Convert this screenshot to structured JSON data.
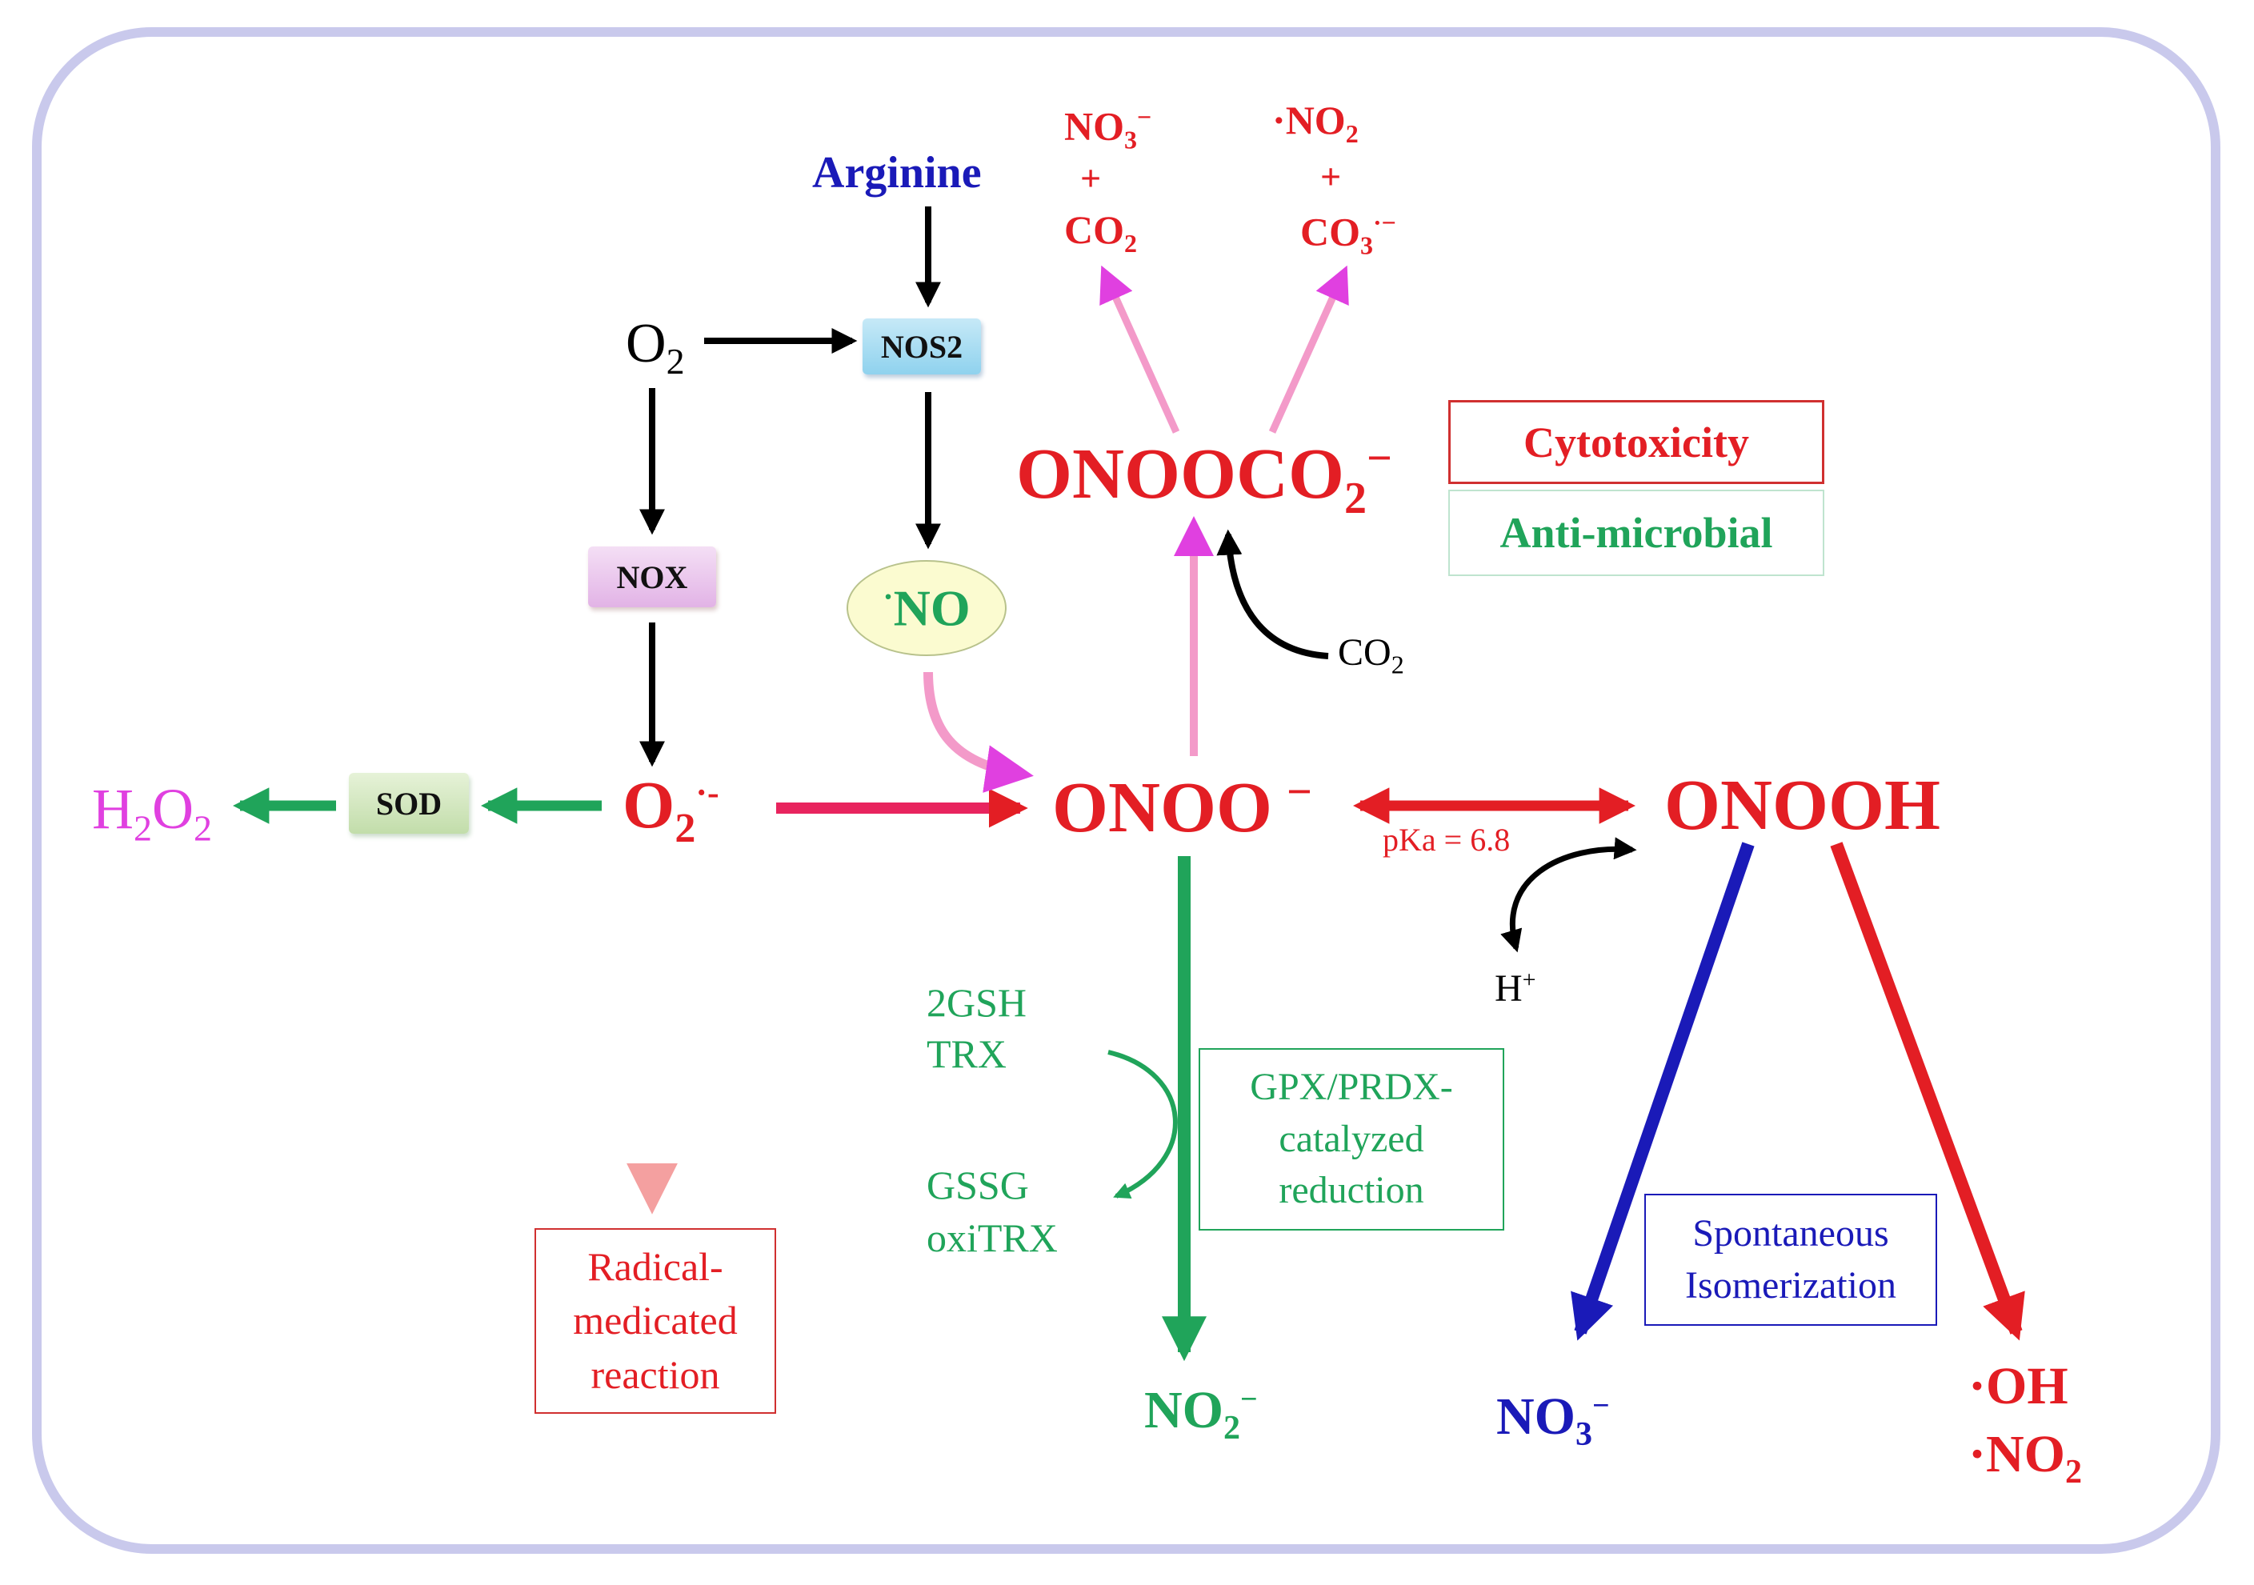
{
  "colors": {
    "frame": "#c9c9ec",
    "red": "#e31e24",
    "crimson": "#e8245e",
    "blue": "#1a1ab8",
    "green": "#20a45a",
    "magenta": "#e040e0",
    "pink": "#f39ac9",
    "light_red": "#f4a0a0"
  },
  "nodes": {
    "arginine": "Arginine",
    "o2": "O",
    "o2_sub": "2",
    "nos2": "NOS2",
    "nox": "NOX",
    "no_dot": "·",
    "no": "NO",
    "superoxide": "O",
    "superoxide_sub": "2",
    "superoxide_sup": "·-",
    "sod": "SOD",
    "h2o2_h": "H",
    "h2o2_sub1": "2",
    "h2o2_o": "O",
    "h2o2_sub2": "2",
    "onoo": "ONOO",
    "onoo_sup": "−",
    "onooh": "ONOOH",
    "onooco2": "ONOOCO",
    "onooco2_sub": "2",
    "onooco2_sup": "−",
    "co2_in": "CO",
    "co2_in_sub": "2",
    "pka": "pKa = 6.8",
    "h_plus": "H",
    "h_plus_sup": "+"
  },
  "products": {
    "no3_top": "NO",
    "no3_top_sub": "3",
    "no3_top_sup": "−",
    "plus1": "+",
    "co2_top": "CO",
    "co2_top_sub": "2",
    "no2_top_dot": "·",
    "no2_top": "NO",
    "no2_top_sub": "2",
    "plus2": "+",
    "co3_top": "CO",
    "co3_top_sub": "3",
    "co3_top_sup": "·−",
    "no2_minus": "NO",
    "no2_minus_sub": "2",
    "no2_minus_sup": "−",
    "no3_minus": "NO",
    "no3_minus_sub": "3",
    "no3_minus_sup": "−",
    "oh_dot": "·",
    "oh": "OH",
    "no2_rad_dot": "·",
    "no2_rad": "NO",
    "no2_rad_sub": "2"
  },
  "reductants": {
    "gsh": "2GSH",
    "trx": "TRX",
    "gssg": "GSSG",
    "oxitrx": "oxiTRX"
  },
  "boxes": {
    "cytotoxicity": "Cytotoxicity",
    "antimicrobial": "Anti-microbial",
    "gpx_line1": "GPX/PRDX-",
    "gpx_line2": "catalyzed",
    "gpx_line3": "reduction",
    "radical_line1": "Radical-",
    "radical_line2": "medicated",
    "radical_line3": "reaction",
    "spont_line1": "Spontaneous",
    "spont_line2": "Isomerization"
  }
}
